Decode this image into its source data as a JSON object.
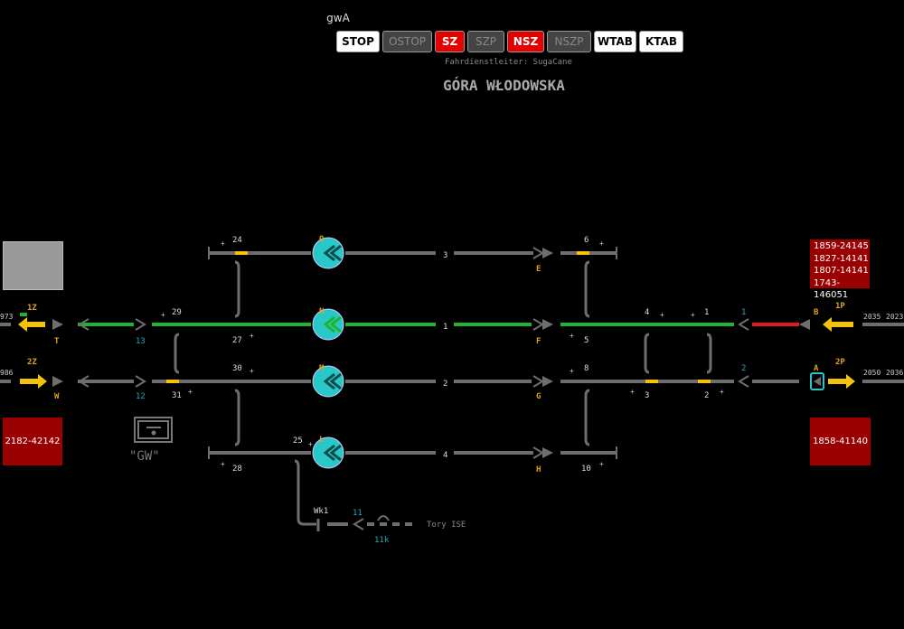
{
  "header": {
    "code": "gwA",
    "buttons": [
      {
        "label": "STOP",
        "state": "on"
      },
      {
        "label": "OSTOP",
        "state": "off"
      },
      {
        "label": "SZ",
        "state": "red"
      },
      {
        "label": "SZP",
        "state": "off"
      },
      {
        "label": "NSZ",
        "state": "red"
      },
      {
        "label": "NSZP",
        "state": "off"
      },
      {
        "label": "WTAB",
        "state": "on"
      },
      {
        "label": "KTAB",
        "state": "on"
      }
    ],
    "dispatcher": "Fahrdienstleiter: SugaCane",
    "station_name": "GÓRA WŁODOWSKA"
  },
  "right_upper_box": [
    "1859-24145",
    "1827-14141",
    "1807-14141",
    "1743-146051"
  ],
  "left_lower_box": "2182-42142",
  "right_lower_box": "1858-41140",
  "signals": {
    "T": "T",
    "W": "W",
    "E": "E",
    "F": "F",
    "G": "G",
    "H": "H",
    "B": "B",
    "A": "A",
    "O": "O",
    "N_upper": "N",
    "M": "M",
    "L": "L"
  },
  "labels": {
    "1Z": "1Z",
    "2Z": "2Z",
    "1P": "1P",
    "2P": "2P",
    "left_km_1": "973",
    "left_km_2": "986",
    "right_km_1a": "2035",
    "right_km_1b": "2023",
    "right_km_2a": "2050",
    "right_km_2b": "2036",
    "track_3": "3",
    "track_1": "1",
    "track_2": "2",
    "track_4": "4",
    "sw_24": "24",
    "sw_29": "29",
    "sw_27": "27",
    "sw_30": "30",
    "sw_31": "31",
    "sw_25": "25",
    "sw_28": "28",
    "sw_6": "6",
    "sw_5": "5",
    "sw_8": "8",
    "sw_3": "3",
    "sw_10": "10",
    "sw_4": "4",
    "sw_1": "1",
    "sw_2": "2",
    "route_13": "13",
    "route_12": "12",
    "route_1": "1",
    "route_2": "2",
    "gw": "\"GW\"",
    "wk1": "Wk1",
    "n11": "11",
    "n11k": "11k",
    "tory_ise": "Tory ISE"
  },
  "colors": {
    "track_idle": "#6e6e6e",
    "track_route": "#1fb52a",
    "track_occupied": "#e31b1b",
    "yellow": "#f4c20d",
    "cyan": "#28c8c8",
    "signal_text": "#e0a020"
  }
}
